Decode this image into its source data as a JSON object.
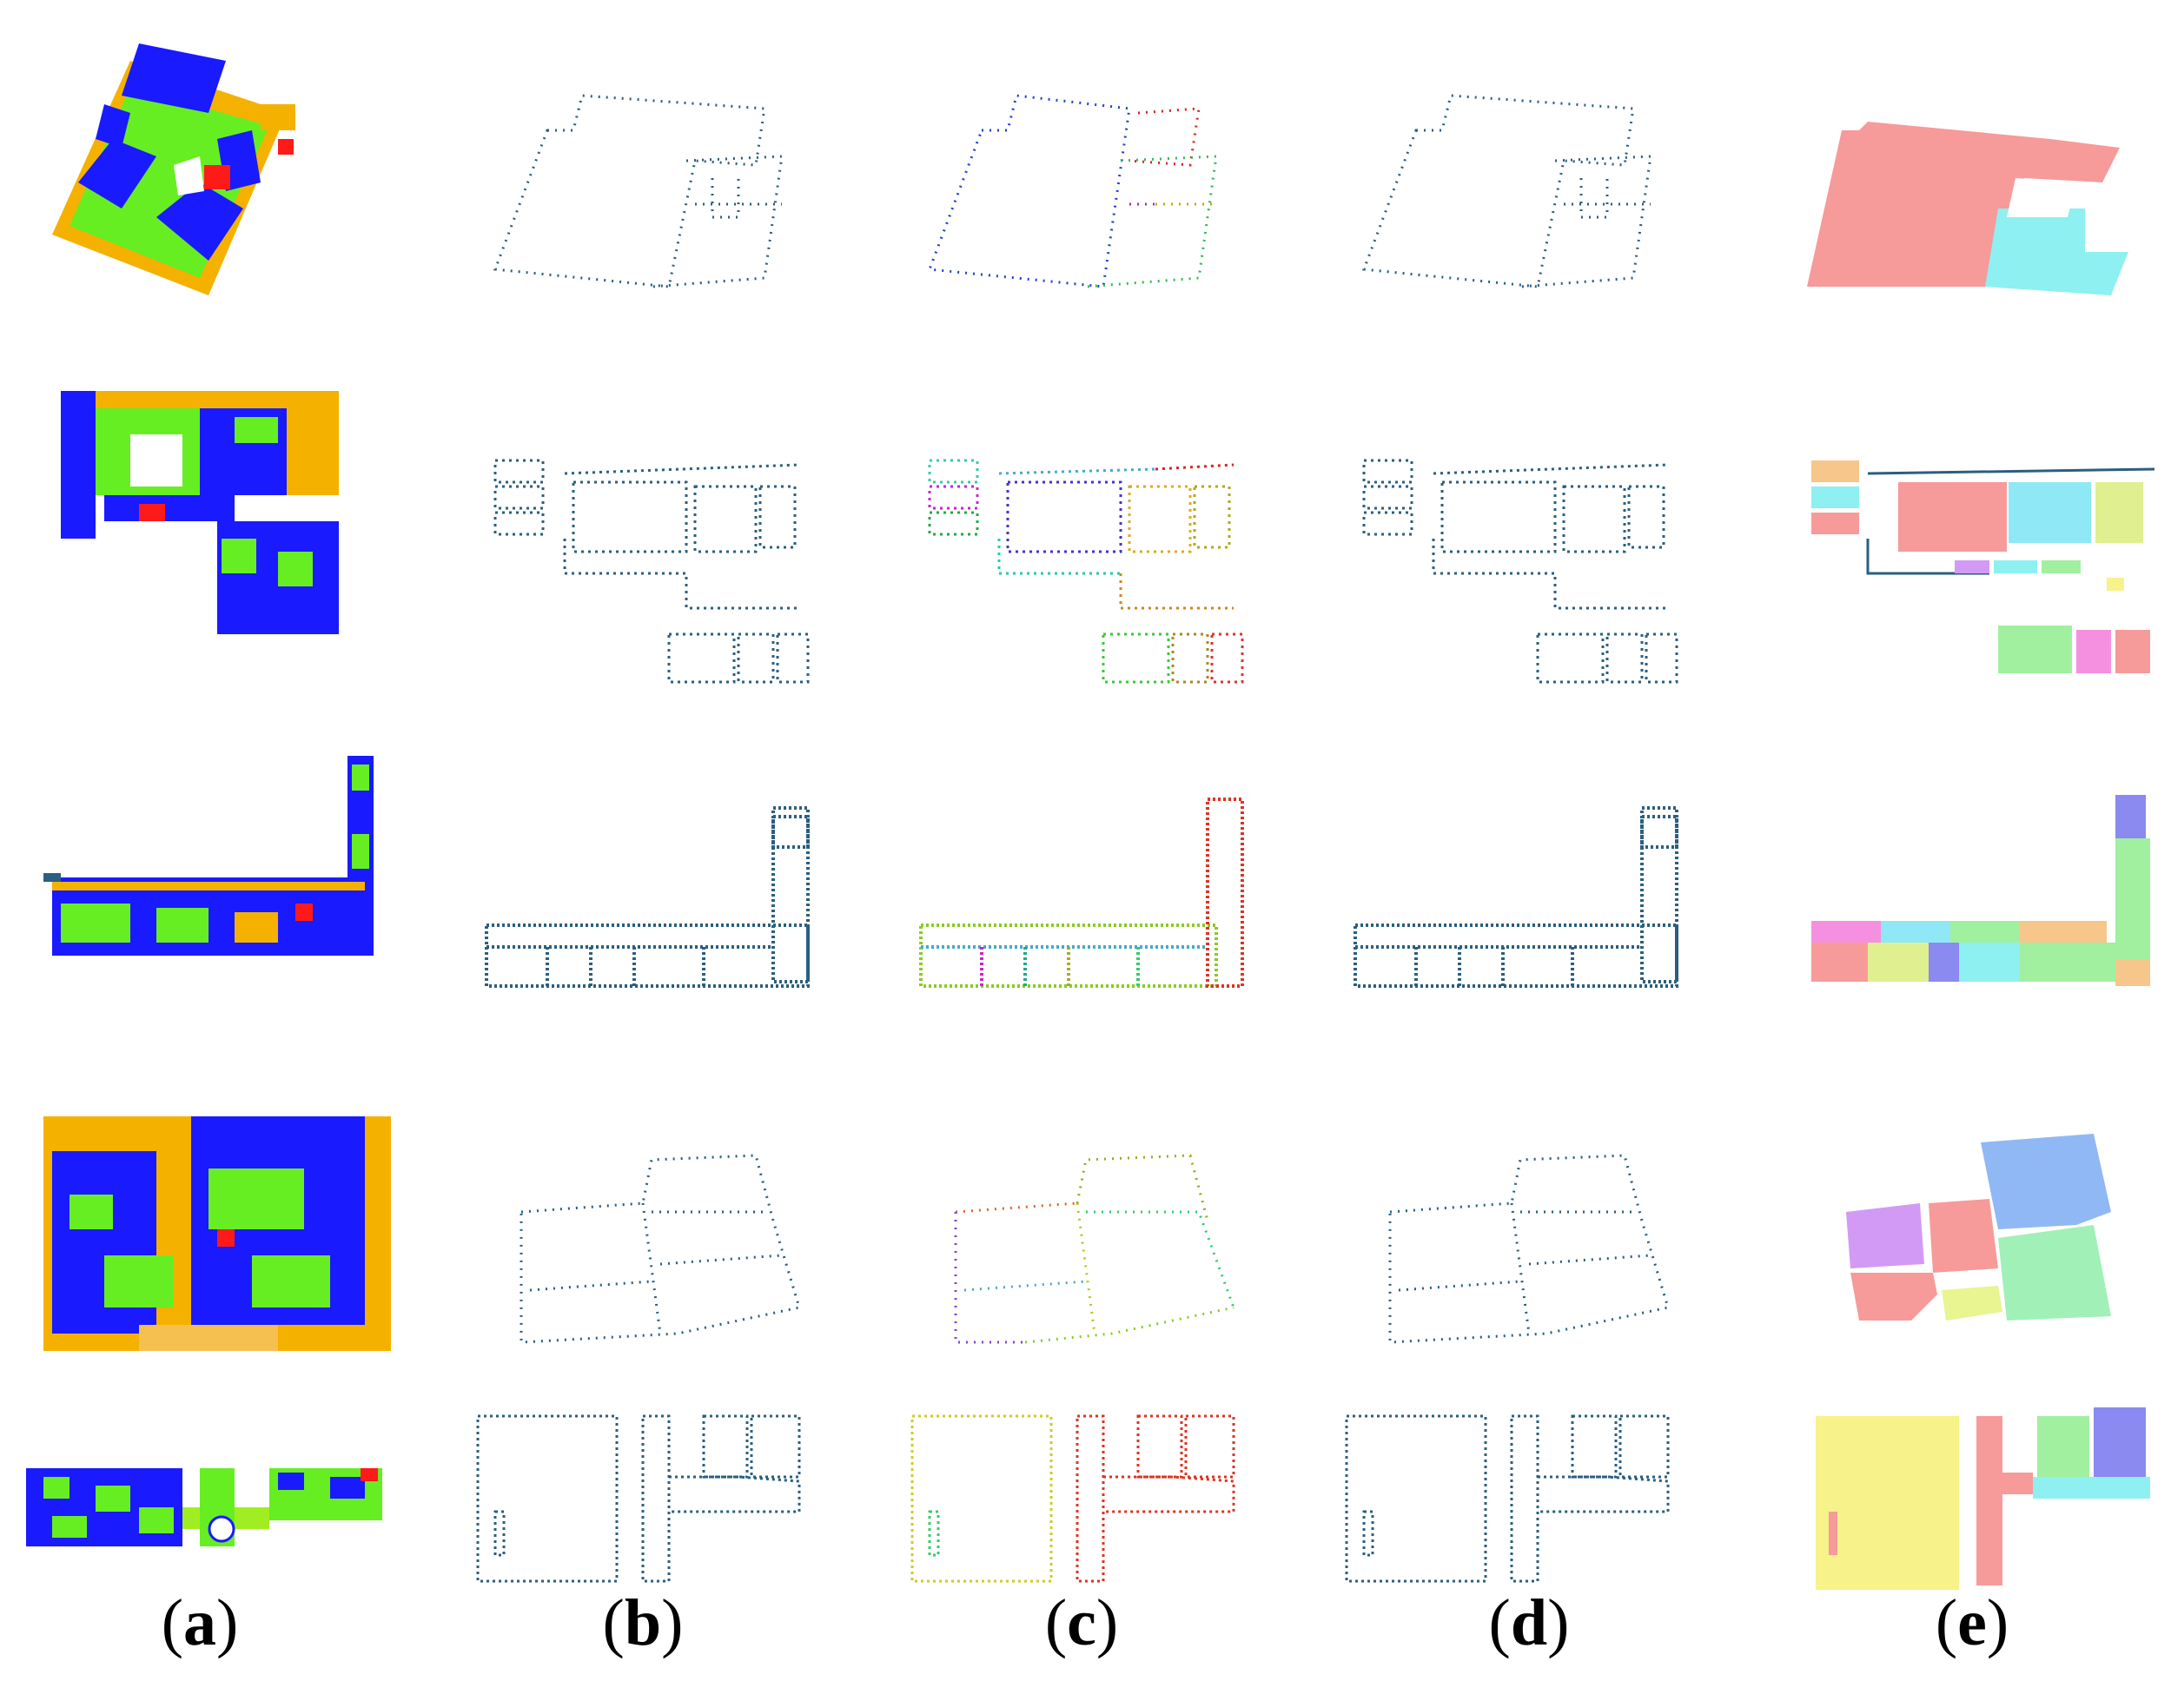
{
  "columns": [
    {
      "letter": "a"
    },
    {
      "letter": "b"
    },
    {
      "letter": "c"
    },
    {
      "letter": "d"
    },
    {
      "letter": "e"
    }
  ],
  "paren_open": "(",
  "paren_close": ")",
  "rows": 5,
  "colors": {
    "wall_orange": "#f5b100",
    "floor_blue": "#1a1aff",
    "floor_green": "#66ee22",
    "accent_red": "#ff1a1a",
    "point_teal": "#2a5f7f",
    "room_pink": "#f79a9a",
    "room_cyan": "#8ef0f0",
    "room_yellow": "#f7f28a",
    "room_green": "#a0f0a0",
    "room_blue": "#90b8f5",
    "room_violet": "#d29af5",
    "room_navy": "#8a8af0"
  }
}
